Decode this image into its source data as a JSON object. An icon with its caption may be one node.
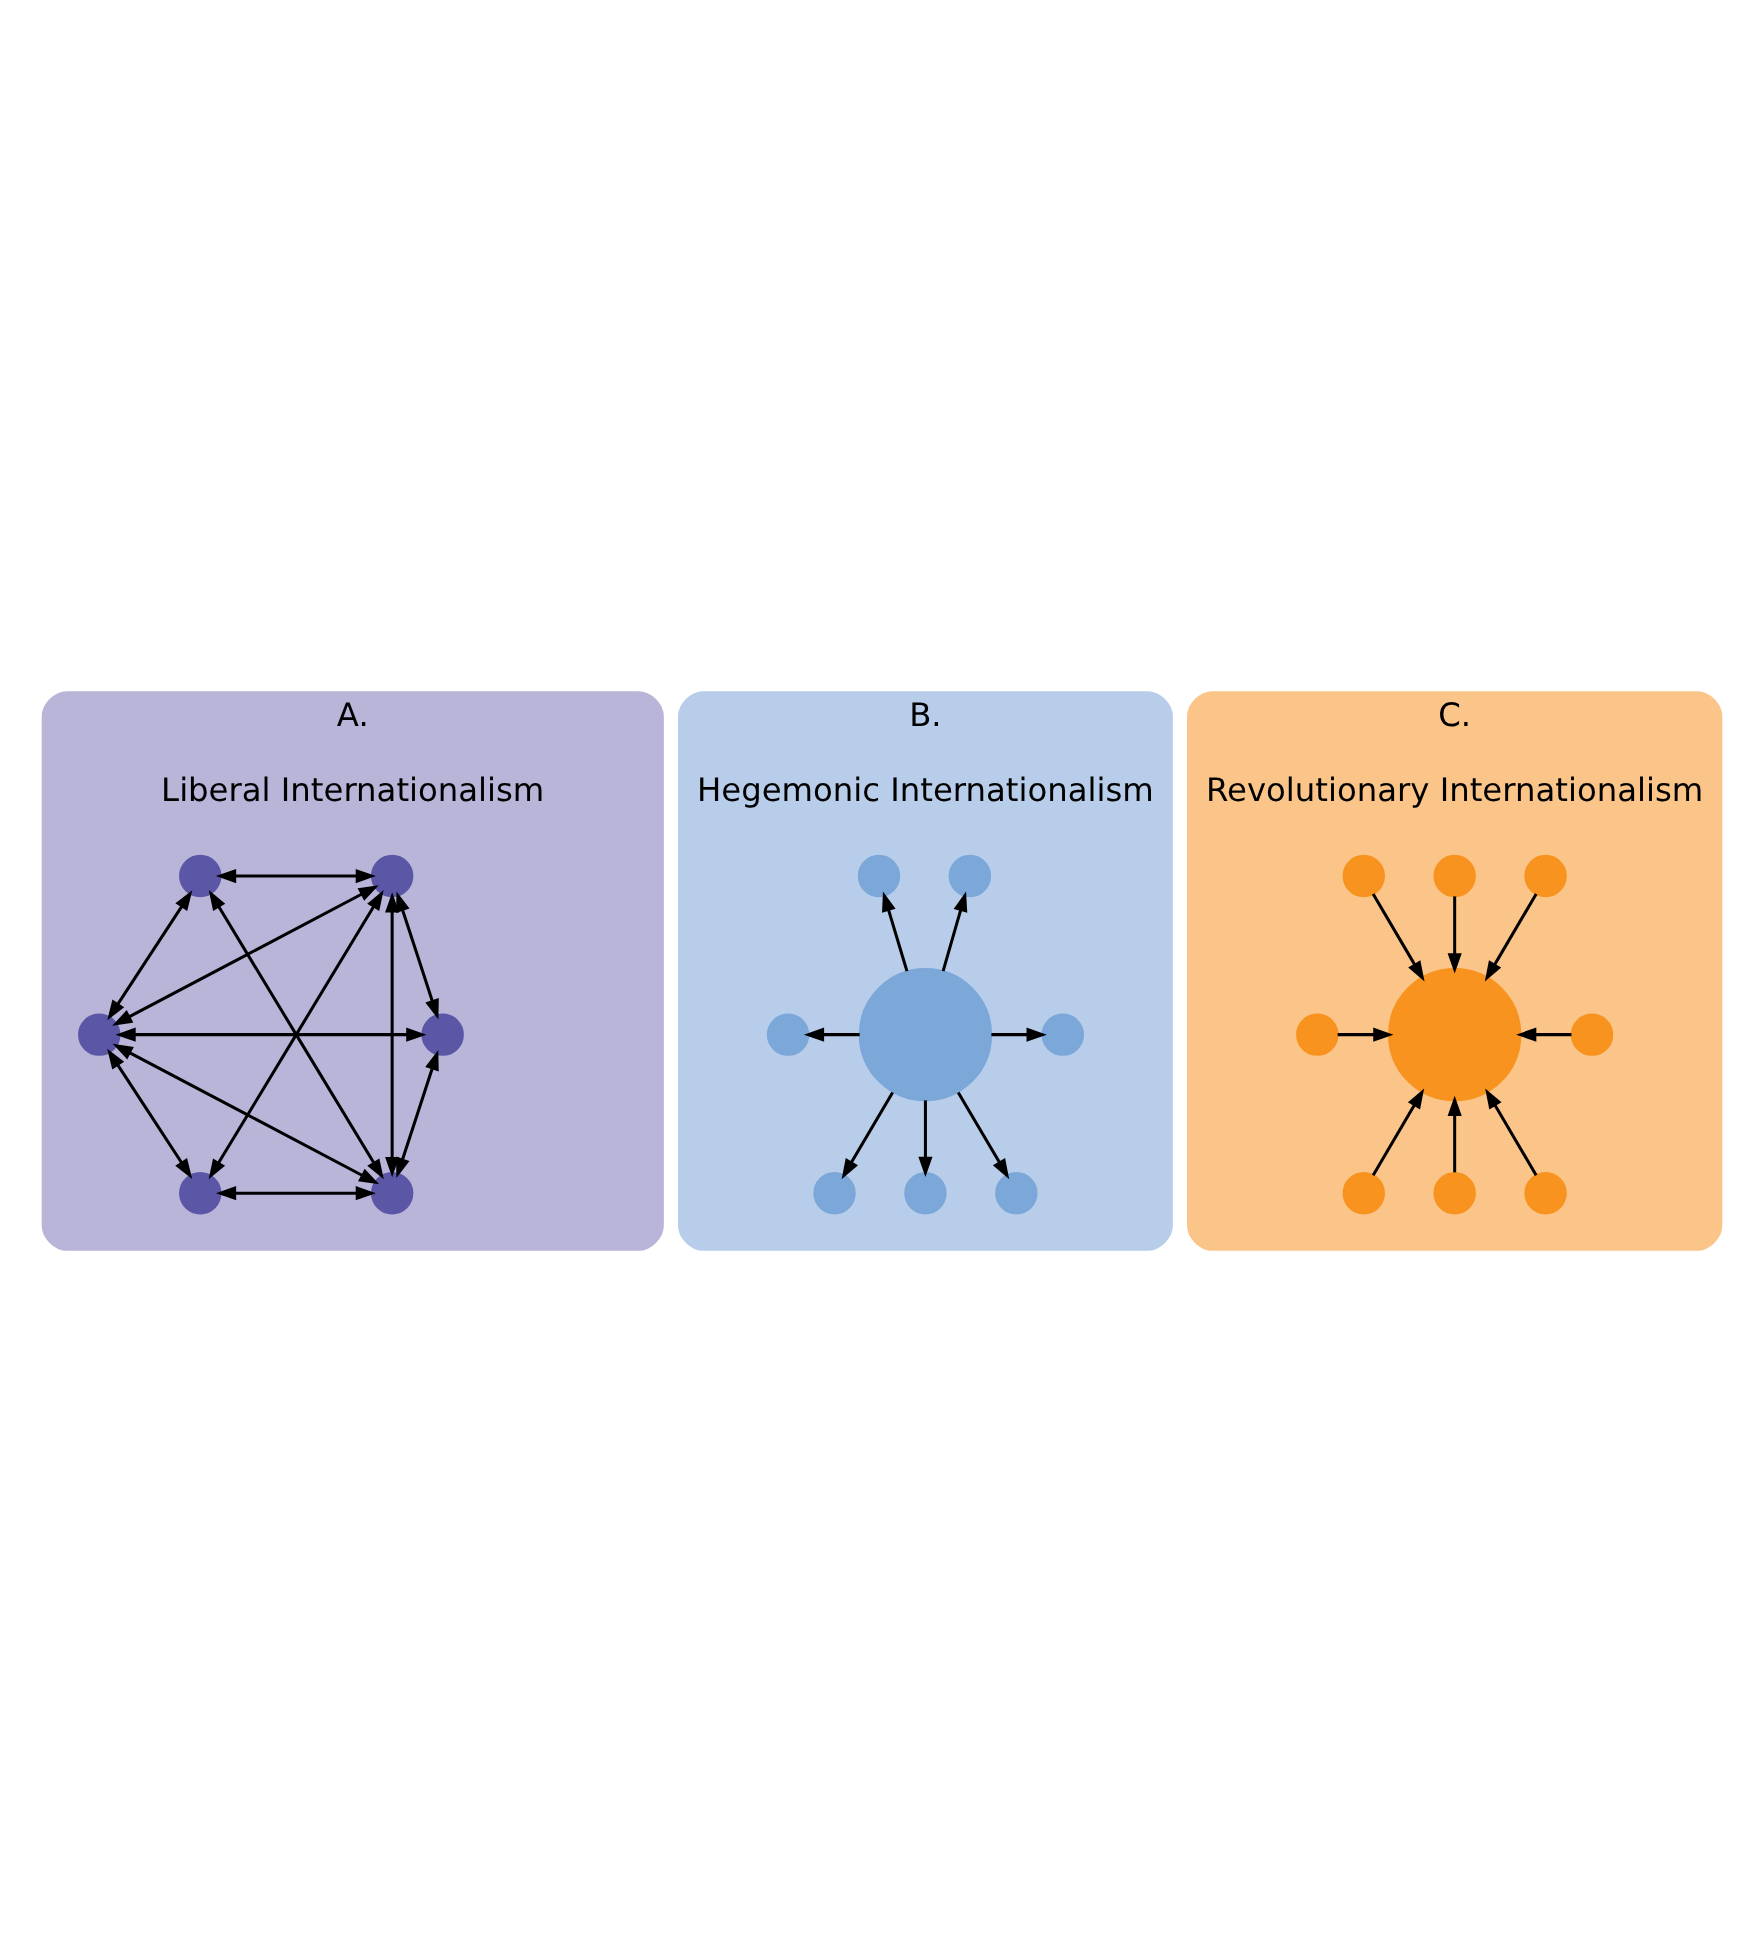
{
  "diagram": {
    "nodes": [
      {
        "text": [
          "A.",
          "Liberal Internationalism"
        ]
      },
      {
        "text": [],
        "shape": "circle",
        "in": 0
      },
      {
        "text": [],
        "shape": "circle",
        "in": 0
      },
      {
        "text": [],
        "shape": "circle",
        "in": 0
      },
      {
        "text": [],
        "shape": "circle",
        "in": 0
      },
      {
        "text": [],
        "shape": "circle",
        "in": 0
      },
      {
        "text": [],
        "shape": "circle",
        "in": 0
      },
      {
        "text": [
          "B.",
          "Hegemonic Internationalism"
        ]
      },
      {
        "text": [],
        "shape": "circle",
        "in": 7
      },
      {
        "text": [],
        "shape": "circle",
        "in": 7
      },
      {
        "text": [],
        "shape": "circle",
        "in": 7
      },
      {
        "text": [],
        "shape": "circle",
        "in": 7
      },
      {
        "text": [],
        "shape": "circle",
        "in": 7
      },
      {
        "text": [],
        "shape": "circle",
        "in": 7
      },
      {
        "text": [],
        "shape": "circle",
        "in": 7
      },
      {
        "text": [],
        "shape": "circle",
        "in": 7
      },
      {
        "text": [
          "C.",
          "Revolutionary Internationalism"
        ]
      },
      {
        "text": [],
        "shape": "circle",
        "in": 16
      },
      {
        "text": [],
        "shape": "circle",
        "in": 16
      },
      {
        "text": [],
        "shape": "circle",
        "in": 16
      },
      {
        "text": [],
        "shape": "circle",
        "in": 16
      },
      {
        "text": [],
        "shape": "circle",
        "in": 16
      },
      {
        "text": [],
        "shape": "circle",
        "in": 16
      },
      {
        "text": [],
        "shape": "circle",
        "in": 16
      },
      {
        "text": [],
        "shape": "circle",
        "in": 16
      },
      {
        "text": [],
        "shape": "circle",
        "in": 16
      }
    ],
    "edges": [
      {
        "from": 1,
        "to": 2,
        "arrow": "both"
      },
      {
        "from": 1,
        "to": 3,
        "arrow": "both"
      },
      {
        "from": 1,
        "to": 6,
        "arrow": "both"
      },
      {
        "from": 2,
        "to": 3,
        "arrow": "both"
      },
      {
        "from": 2,
        "to": 4,
        "arrow": "both"
      },
      {
        "from": 2,
        "to": 5,
        "arrow": "both"
      },
      {
        "from": 2,
        "to": 6,
        "arrow": "both"
      },
      {
        "from": 3,
        "to": 4,
        "arrow": "both"
      },
      {
        "from": 3,
        "to": 5,
        "arrow": "both"
      },
      {
        "from": 3,
        "to": 6,
        "arrow": "both"
      },
      {
        "from": 4,
        "to": 6,
        "arrow": "both"
      },
      {
        "from": 5,
        "to": 6,
        "arrow": "both"
      },
      {
        "from": 8,
        "to": 9,
        "arrow": "to"
      },
      {
        "from": 8,
        "to": 10,
        "arrow": "to"
      },
      {
        "from": 8,
        "to": 11,
        "arrow": "to"
      },
      {
        "from": 8,
        "to": 12,
        "arrow": "to"
      },
      {
        "from": 8,
        "to": 13,
        "arrow": "to"
      },
      {
        "from": 8,
        "to": 14,
        "arrow": "to"
      },
      {
        "from": 8,
        "to": 15,
        "arrow": "to"
      },
      {
        "from": 18,
        "to": 17,
        "arrow": "to"
      },
      {
        "from": 19,
        "to": 17,
        "arrow": "to"
      },
      {
        "from": 20,
        "to": 17,
        "arrow": "to"
      },
      {
        "from": 21,
        "to": 17,
        "arrow": "to"
      },
      {
        "from": 22,
        "to": 17,
        "arrow": "to"
      },
      {
        "from": 23,
        "to": 17,
        "arrow": "to"
      },
      {
        "from": 24,
        "to": 17,
        "arrow": "to"
      },
      {
        "from": 25,
        "to": 17,
        "arrow": "to"
      }
    ]
  }
}
